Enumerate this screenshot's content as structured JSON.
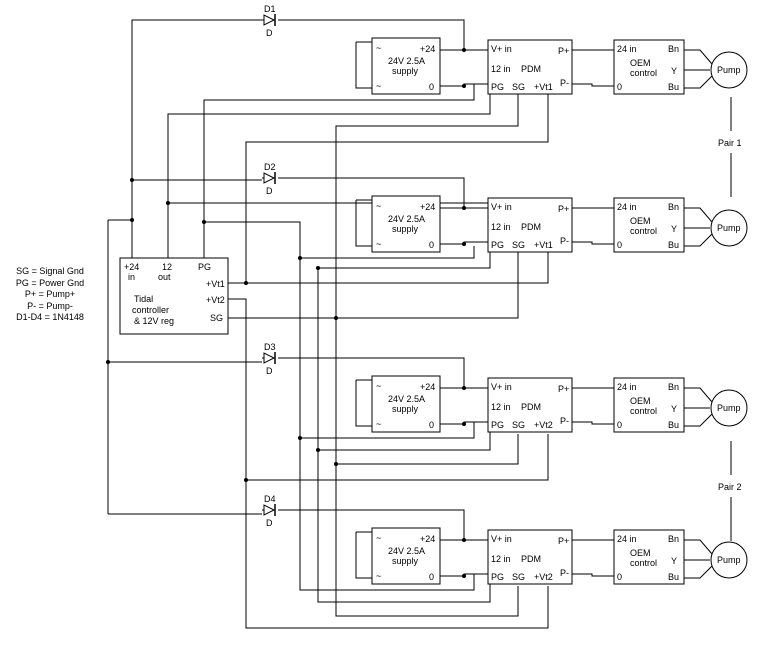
{
  "legend": [
    "SG = Signal Gnd",
    "PG = Power Gnd",
    "P+ = Pump+",
    "P- = Pump-",
    "D1-D4 = 1N4148"
  ],
  "controller": {
    "pin_24in": "+24",
    "pin_24in_b": "in",
    "pin_12out": "12",
    "pin_12out_b": "out",
    "pin_pg": "PG",
    "pin_vt1": "+Vt1",
    "pin_vt2": "+Vt2",
    "pin_sg": "SG",
    "name_1": "Tidal",
    "name_2": "controller",
    "name_3": "& 12V reg"
  },
  "channels": [
    {
      "diode": "D1",
      "diode_pin": "D",
      "supply": {
        "ac": "~",
        "plus": "+24",
        "name_1": "24V 2.5A",
        "name_2": "supply",
        "zero": "0"
      },
      "pdm": {
        "vin": "V+ in",
        "in12": "12 in",
        "name": "PDM",
        "pg": "PG",
        "sg": "SG",
        "vt": "+Vt1",
        "pp": "P+",
        "pm": "P-"
      },
      "oem": {
        "in24": "24 in",
        "name_1": "OEM",
        "name_2": "control",
        "zero": "0",
        "bn": "Bn",
        "y": "Y",
        "bu": "Bu"
      },
      "pump": "Pump"
    },
    {
      "diode": "D2",
      "diode_pin": "D",
      "supply": {
        "ac": "~",
        "plus": "+24",
        "name_1": "24V 2.5A",
        "name_2": "supply",
        "zero": "0"
      },
      "pdm": {
        "vin": "V+ in",
        "in12": "12 in",
        "name": "PDM",
        "pg": "PG",
        "sg": "SG",
        "vt": "+Vt1",
        "pp": "P+",
        "pm": "P-"
      },
      "oem": {
        "in24": "24 in",
        "name_1": "OEM",
        "name_2": "control",
        "zero": "0",
        "bn": "Bn",
        "y": "Y",
        "bu": "Bu"
      },
      "pump": "Pump"
    },
    {
      "diode": "D3",
      "diode_pin": "D",
      "supply": {
        "ac": "~",
        "plus": "+24",
        "name_1": "24V 2.5A",
        "name_2": "supply",
        "zero": "0"
      },
      "pdm": {
        "vin": "V+ in",
        "in12": "12 in",
        "name": "PDM",
        "pg": "PG",
        "sg": "SG",
        "vt": "+Vt2",
        "pp": "P+",
        "pm": "P-"
      },
      "oem": {
        "in24": "24 in",
        "name_1": "OEM",
        "name_2": "control",
        "zero": "0",
        "bn": "Bn",
        "y": "Y",
        "bu": "Bu"
      },
      "pump": "Pump"
    },
    {
      "diode": "D4",
      "diode_pin": "D",
      "supply": {
        "ac": "~",
        "plus": "+24",
        "name_1": "24V 2.5A",
        "name_2": "supply",
        "zero": "0"
      },
      "pdm": {
        "vin": "V+ in",
        "in12": "12 in",
        "name": "PDM",
        "pg": "PG",
        "sg": "SG",
        "vt": "+Vt2",
        "pp": "P+",
        "pm": "P-"
      },
      "oem": {
        "in24": "24 in",
        "name_1": "OEM",
        "name_2": "control",
        "zero": "0",
        "bn": "Bn",
        "y": "Y",
        "bu": "Bu"
      },
      "pump": "Pump"
    }
  ],
  "pairs": [
    "Pair 1",
    "Pair 2"
  ]
}
